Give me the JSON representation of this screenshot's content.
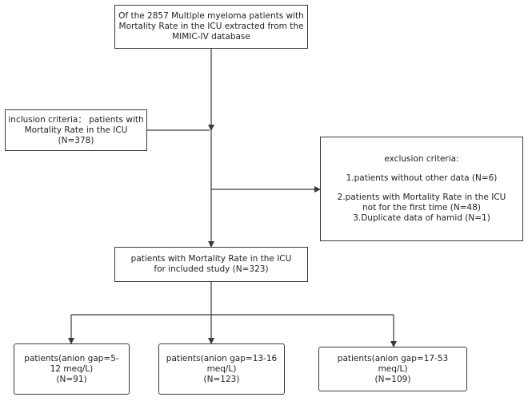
{
  "diagram": {
    "source": {
      "lines": [
        "Of the 2857 Multiple myeloma patients with",
        "Mortality Rate in the ICU extracted from the",
        "MIMIC-IV database"
      ]
    },
    "inclusion": {
      "lines": [
        "inclusion criteria： patients with",
        "Mortality Rate in the ICU",
        "(N=378)"
      ]
    },
    "exclusion": {
      "title": "exclusion criteria:",
      "items": [
        "1.patients without other data (N=6)",
        "2.patients with Mortality Rate in the ICU",
        "not for the first time (N=48)",
        "3.Duplicate data of  hamid  (N=1)"
      ]
    },
    "included": {
      "lines": [
        "patients with Mortality Rate in the ICU",
        "for included study (N=323)"
      ]
    },
    "groups": [
      {
        "lines": [
          "patients(anion gap=5-",
          "12 meq/L)",
          "(N=91)"
        ]
      },
      {
        "lines": [
          "patients(anion gap=13-16",
          "meq/L)",
          "(N=123)"
        ]
      },
      {
        "lines": [
          "patients(anion gap=17-53",
          "meq/L)",
          "(N=109)"
        ]
      }
    ],
    "colors": {
      "line": "#3a3a3a",
      "box_border": "#3a3a3a",
      "text": "#222222"
    }
  }
}
